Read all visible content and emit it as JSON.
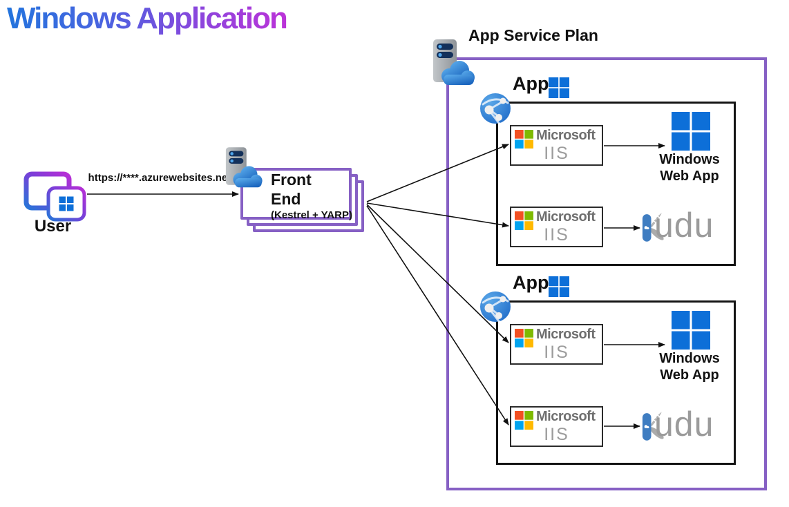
{
  "title": "Windows Application",
  "user": {
    "label": "User"
  },
  "connection": {
    "url": "https://****.azurewebsites.net/"
  },
  "front_end": {
    "title_line1": "Front",
    "title_line2": "End",
    "subtitle": "(Kestrel + YARP)"
  },
  "app_service_plan": {
    "title": "App Service Plan",
    "apps": [
      {
        "label": "App",
        "iis": [
          {
            "brand": "Microsoft",
            "product": "IIS"
          },
          {
            "brand": "Microsoft",
            "product": "IIS"
          }
        ],
        "windows_web_app": {
          "line1": "Windows",
          "line2": "Web App"
        },
        "kudu": {
          "text": "udu"
        }
      },
      {
        "label": "App",
        "iis": [
          {
            "brand": "Microsoft",
            "product": "IIS"
          },
          {
            "brand": "Microsoft",
            "product": "IIS"
          }
        ],
        "windows_web_app": {
          "line1": "Windows",
          "line2": "Web App"
        },
        "kudu": {
          "text": "udu"
        }
      }
    ]
  },
  "colors": {
    "accent_purple": "#8660C4",
    "windows_blue": "#0D6FD8",
    "title_gradient_start": "#2374DD",
    "title_gradient_end": "#BB32D8",
    "ms_red": "#F25022",
    "ms_green": "#7FBA00",
    "ms_blue": "#00A4EF",
    "ms_yellow": "#FFB900",
    "kudu_blue": "#3F7DC1",
    "kudu_gray": "#9B9B9B",
    "arrow_black": "#111111"
  }
}
